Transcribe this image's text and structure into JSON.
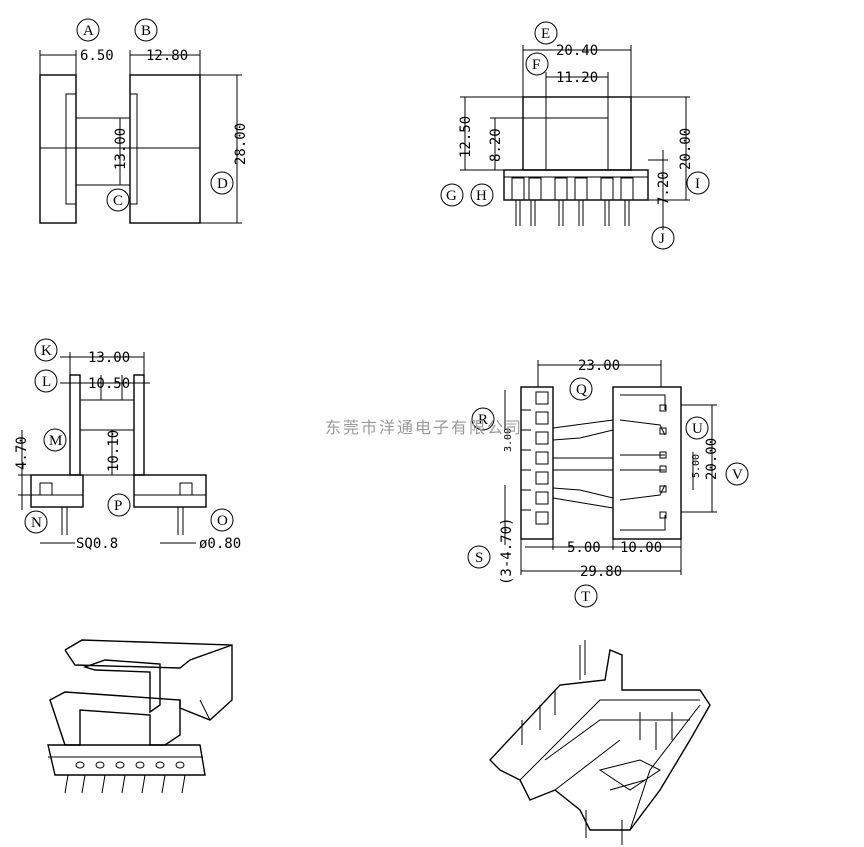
{
  "watermark": "东莞市洋通电子有限公司",
  "view_top_left": {
    "labels": {
      "A": "A",
      "B": "B",
      "C": "C",
      "D": "D"
    },
    "dims": {
      "a": "6.50",
      "b": "12.80",
      "c": "13.00",
      "d": "28.00"
    }
  },
  "view_top_right": {
    "labels": {
      "E": "E",
      "F": "F",
      "G": "G",
      "H": "H",
      "I": "I",
      "J": "J"
    },
    "dims": {
      "e": "20.40",
      "f": "11.20",
      "g": "12.50",
      "h": "8.20",
      "i": "20.00",
      "j": "7.20"
    }
  },
  "view_mid_left": {
    "labels": {
      "K": "K",
      "L": "L",
      "M": "M",
      "N": "N",
      "O": "O",
      "P": "P"
    },
    "dims": {
      "k": "13.00",
      "l": "10.50",
      "m": "4.70",
      "p": "10.10",
      "n": "SQ0.8",
      "o": "ø0.80"
    }
  },
  "view_mid_right": {
    "labels": {
      "Q": "Q",
      "R": "R",
      "S": "S",
      "T": "T",
      "U": "U",
      "V": "V"
    },
    "dims": {
      "q": "23.00",
      "r": "3.00",
      "s": "(3-4.70)",
      "t": "29.80",
      "u5": "5.00",
      "u10": "10.00",
      "v": "20.00",
      "v5": "5.00"
    }
  }
}
